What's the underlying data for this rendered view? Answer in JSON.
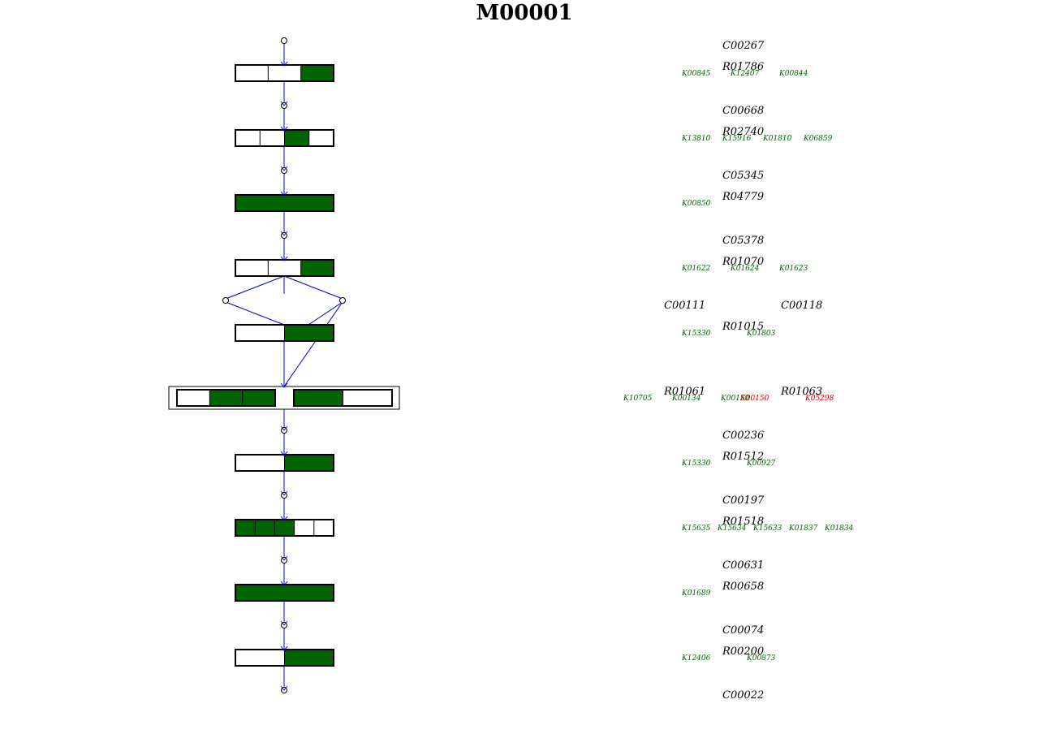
{
  "title": "M00001",
  "colors": {
    "present": "#006400",
    "absent": "#d00000",
    "edge": "#0000cc",
    "empty": "#ffffff"
  },
  "compounds": {
    "C00267": "C00267",
    "C00668": "C00668",
    "C05345": "C05345",
    "C05378": "C05378",
    "C00111": "C00111",
    "C00118": "C00118",
    "C00236": "C00236",
    "C00197": "C00197",
    "C00631": "C00631",
    "C00074": "C00074",
    "C00022": "C00022"
  },
  "steps": [
    {
      "reaction": "R01786",
      "segments": [
        false,
        false,
        true
      ],
      "orthologs": [
        {
          "id": "K00845",
          "present": true
        },
        {
          "id": "K12407",
          "present": true
        },
        {
          "id": "K00844",
          "present": true
        }
      ]
    },
    {
      "reaction": "R02740",
      "segments": [
        false,
        false,
        true,
        false
      ],
      "orthologs": [
        {
          "id": "K13810",
          "present": true
        },
        {
          "id": "K15916",
          "present": true
        },
        {
          "id": "K01810",
          "present": true
        },
        {
          "id": "K06859",
          "present": true
        }
      ]
    },
    {
      "reaction": "R04779",
      "segments": [
        true
      ],
      "orthologs": [
        {
          "id": "K00850",
          "present": true
        }
      ]
    },
    {
      "reaction": "R01070",
      "segments": [
        false,
        false,
        true
      ],
      "orthologs": [
        {
          "id": "K01622",
          "present": true
        },
        {
          "id": "K01624",
          "present": true
        },
        {
          "id": "K01623",
          "present": true
        }
      ]
    },
    {
      "reaction": "R01015",
      "segments": [
        false,
        true
      ],
      "orthologs": [
        {
          "id": "K15330",
          "present": true
        },
        {
          "id": "K01803",
          "present": true
        }
      ]
    },
    {
      "reaction": "R01061",
      "reaction2": "R01063",
      "segments": [
        false,
        true,
        true
      ],
      "segments2": [
        true,
        false
      ],
      "orthologs": [
        {
          "id": "K10705",
          "present": true
        },
        {
          "id": "K00134",
          "present": true
        },
        {
          "id": "K00150",
          "present": true
        },
        {
          "id": "K00150",
          "present": false
        },
        {
          "id": "K05298",
          "present": false
        }
      ]
    },
    {
      "reaction": "R01512",
      "segments": [
        false,
        true
      ],
      "orthologs": [
        {
          "id": "K15330",
          "present": true
        },
        {
          "id": "K00927",
          "present": true
        }
      ]
    },
    {
      "reaction": "R01518",
      "segments": [
        true,
        true,
        true,
        false,
        false
      ],
      "orthologs": [
        {
          "id": "K15635",
          "present": true
        },
        {
          "id": "K15634",
          "present": true
        },
        {
          "id": "K15633",
          "present": true
        },
        {
          "id": "K01837",
          "present": true
        },
        {
          "id": "K01834",
          "present": true
        }
      ]
    },
    {
      "reaction": "R00658",
      "segments": [
        true
      ],
      "orthologs": [
        {
          "id": "K01689",
          "present": true
        }
      ]
    },
    {
      "reaction": "R00200",
      "segments": [
        false,
        true
      ],
      "orthologs": [
        {
          "id": "K12406",
          "present": true
        },
        {
          "id": "K00873",
          "present": true
        }
      ]
    }
  ]
}
